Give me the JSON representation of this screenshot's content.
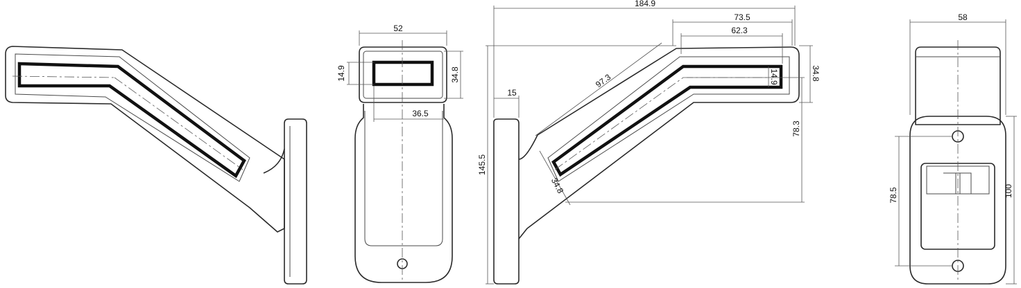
{
  "dimensions": {
    "side_left": {},
    "front": {
      "width": "52",
      "lens_height": "14.9",
      "head_height": "34.8",
      "lens_width": "36.5"
    },
    "side_right": {
      "overall_width": "184.9",
      "head_length_outer": "73.5",
      "lens_length": "62.3",
      "arm_length": "97.3",
      "base_thickness": "15",
      "overall_height": "145.5",
      "head_height": "34.8",
      "lens_height": "14.9",
      "arm_offset_height": "78.3",
      "arm_width": "34.8"
    },
    "back": {
      "width": "58",
      "hole_spacing": "78.5",
      "base_height": "100"
    }
  }
}
